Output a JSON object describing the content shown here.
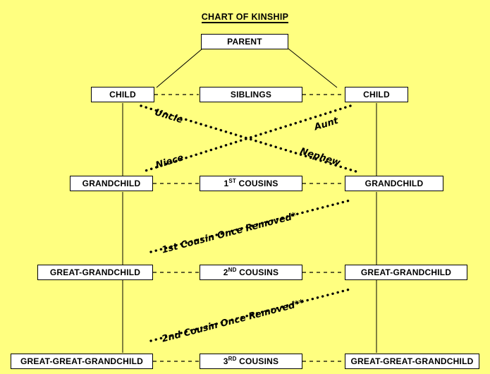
{
  "title": "CHART OF KINSHIP",
  "colors": {
    "background": "#FFFF80",
    "box_fill": "#FFFFFF",
    "line": "#000000",
    "text": "#000000"
  },
  "nodes": {
    "parent": "PARENT",
    "child_left": "CHILD",
    "siblings": "SIBLINGS",
    "child_right": "CHILD",
    "grandchild_left": "GRANDCHILD",
    "cousins_1st_prefix": "1",
    "cousins_1st_ordinal": "ST",
    "cousins_1st_suffix": " COUSINS",
    "grandchild_right": "GRANDCHILD",
    "great_grandchild_left": "GREAT-GRANDCHILD",
    "cousins_2nd_prefix": "2",
    "cousins_2nd_ordinal": "ND",
    "cousins_2nd_suffix": " COUSINS",
    "great_grandchild_right": "GREAT-GRANDCHILD",
    "great_great_grandchild_left": "GREAT-GREAT-GRANDCHILD",
    "cousins_3rd_prefix": "3",
    "cousins_3rd_ordinal": "RD",
    "cousins_3rd_suffix": " COUSINS",
    "great_great_grandchild_right": "GREAT-GREAT-GRANDCHILD"
  },
  "relationship_labels": {
    "uncle": "Uncle",
    "aunt": "Aunt",
    "niece": "Niece",
    "nephew": "Nephew",
    "cousin_1st_once_removed": "1st Cousin Once Removed*",
    "cousin_2nd_once_removed": "2nd Cousin Once Removed**"
  },
  "chart_data": {
    "type": "diagram",
    "title": "CHART OF KINSHIP",
    "generations": [
      {
        "row": 0,
        "left": null,
        "center": "PARENT",
        "right": null
      },
      {
        "row": 1,
        "left": "CHILD",
        "center": "SIBLINGS",
        "right": "CHILD"
      },
      {
        "row": 2,
        "left": "GRANDCHILD",
        "center": "1ST COUSINS",
        "right": "GRANDCHILD"
      },
      {
        "row": 3,
        "left": "GREAT-GRANDCHILD",
        "center": "2ND COUSINS",
        "right": "GREAT-GRANDCHILD"
      },
      {
        "row": 4,
        "left": "GREAT-GREAT-GRANDCHILD",
        "center": "3RD COUSINS",
        "right": "GREAT-GREAT-GRANDCHILD"
      }
    ],
    "solid_edges": [
      {
        "from": "PARENT",
        "to": "CHILD (left)"
      },
      {
        "from": "PARENT",
        "to": "CHILD (right)"
      },
      {
        "from": "CHILD (left)",
        "to": "GRANDCHILD (left)"
      },
      {
        "from": "CHILD (right)",
        "to": "GRANDCHILD (right)"
      },
      {
        "from": "GRANDCHILD (left)",
        "to": "GREAT-GRANDCHILD (left)"
      },
      {
        "from": "GRANDCHILD (right)",
        "to": "GREAT-GRANDCHILD (right)"
      },
      {
        "from": "GREAT-GRANDCHILD (left)",
        "to": "GREAT-GREAT-GRANDCHILD (left)"
      },
      {
        "from": "GREAT-GRANDCHILD (right)",
        "to": "GREAT-GREAT-GRANDCHILD (right)"
      }
    ],
    "dashed_edges": [
      {
        "from": "CHILD (left)",
        "to": "SIBLINGS"
      },
      {
        "from": "SIBLINGS",
        "to": "CHILD (right)"
      },
      {
        "from": "GRANDCHILD (left)",
        "to": "1ST COUSINS"
      },
      {
        "from": "1ST COUSINS",
        "to": "GRANDCHILD (right)"
      },
      {
        "from": "GREAT-GRANDCHILD (left)",
        "to": "2ND COUSINS"
      },
      {
        "from": "2ND COUSINS",
        "to": "GREAT-GRANDCHILD (right)"
      },
      {
        "from": "GREAT-GREAT-GRANDCHILD (left)",
        "to": "3RD COUSINS"
      },
      {
        "from": "3RD COUSINS",
        "to": "GREAT-GREAT-GRANDCHILD (right)"
      }
    ],
    "dotted_relationship_edges": [
      {
        "label": "Uncle",
        "from": "CHILD (left)",
        "to": "GRANDCHILD (right)"
      },
      {
        "label": "Aunt",
        "from": "CHILD (right)",
        "to": "GRANDCHILD (left)"
      },
      {
        "label": "Niece",
        "from": "GRANDCHILD (left)",
        "to": "CHILD (right)"
      },
      {
        "label": "Nephew",
        "from": "GRANDCHILD (right)",
        "to": "CHILD (left)"
      },
      {
        "label": "1st Cousin Once Removed*",
        "from": "GREAT-GRANDCHILD (left)",
        "to": "GRANDCHILD (right)"
      },
      {
        "label": "2nd Cousin Once Removed**",
        "from": "GREAT-GREAT-GRANDCHILD (left)",
        "to": "GREAT-GRANDCHILD (right)"
      }
    ]
  }
}
